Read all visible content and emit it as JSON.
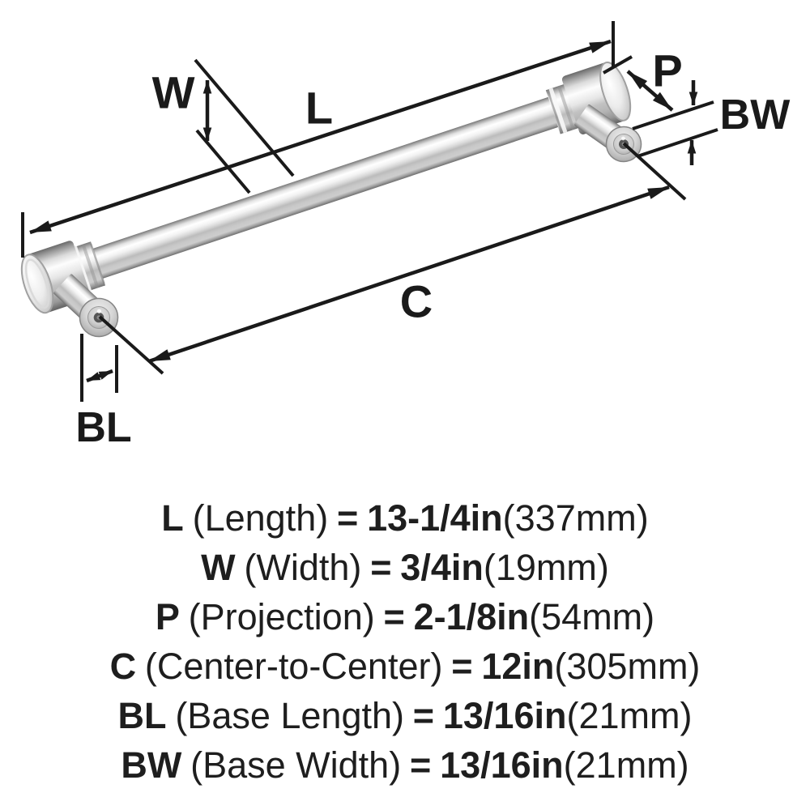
{
  "diagram": {
    "labels": {
      "length": "L",
      "width": "W",
      "projection": "P",
      "center": "C",
      "base_length": "BL",
      "base_width": "BW"
    },
    "colors": {
      "line": "#1a1a1a",
      "metal_highlight": "#ffffff",
      "metal_mid": "#bdbdbd",
      "metal_dark": "#6e6e6e"
    }
  },
  "specs": {
    "rows": [
      {
        "symbol": "L",
        "name": "(Length)",
        "eq": "=",
        "value": "13-1/4in",
        "metric": "(337mm)"
      },
      {
        "symbol": "W",
        "name": "(Width)",
        "eq": "=",
        "value": "3/4in",
        "metric": "(19mm)"
      },
      {
        "symbol": "P",
        "name": "(Projection)",
        "eq": "=",
        "value": "2-1/8in",
        "metric": "(54mm)"
      },
      {
        "symbol": "C",
        "name": "(Center-to-Center)",
        "eq": "=",
        "value": "12in",
        "metric": "(305mm)"
      },
      {
        "symbol": "BL",
        "name": "(Base Length)",
        "eq": "=",
        "value": "13/16in",
        "metric": "(21mm)"
      },
      {
        "symbol": "BW",
        "name": "(Base Width)",
        "eq": "=",
        "value": "13/16in",
        "metric": "(21mm)"
      }
    ]
  }
}
